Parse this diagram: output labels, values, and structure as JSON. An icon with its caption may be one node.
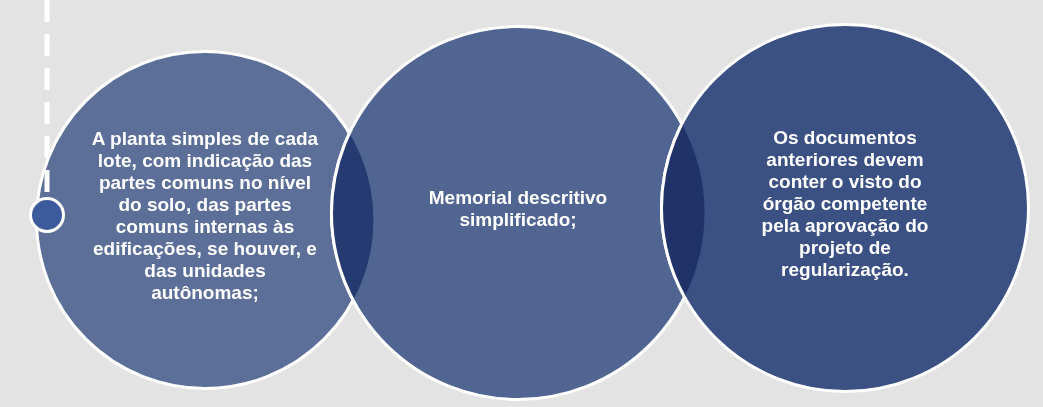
{
  "diagram": {
    "nodes": [
      {
        "text": [
          "A planta simples de cada lote, com indicação das partes comuns no nível do solo, das partes comuns internas às edificações, se houver, e das unidades autônomas;"
        ]
      },
      {
        "text": [
          "Memorial descritivo simplificado;"
        ]
      },
      {
        "text": [
          "Os documentos anteriores devem conter o visto do órgão competente pela aprovação do projeto de regularização."
        ]
      },
      {
        "text": [],
        "shape": "circle"
      }
    ],
    "edges": [
      {
        "from": null,
        "to": 3,
        "arrow": "none",
        "style": "dashed"
      }
    ]
  }
}
